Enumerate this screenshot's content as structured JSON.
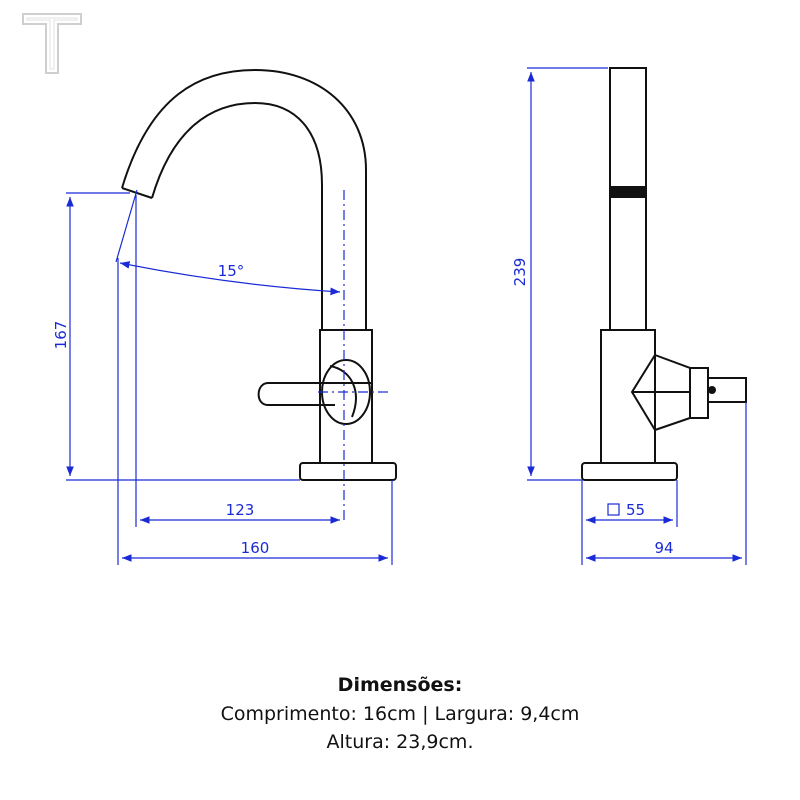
{
  "logo": {
    "letter": "T"
  },
  "dimensions": {
    "angle": "15°",
    "height_outlet": "167",
    "reach_inner": "123",
    "reach_total": "160",
    "height_total": "239",
    "base_square": "55",
    "depth_total": "94"
  },
  "caption": {
    "title": "Dimensões:",
    "line1": "Comprimento: 16cm | Largura: 9,4cm",
    "line2": "Altura: 23,9cm."
  },
  "colors": {
    "dimension": "#1a2bd6",
    "outline": "#111111"
  }
}
